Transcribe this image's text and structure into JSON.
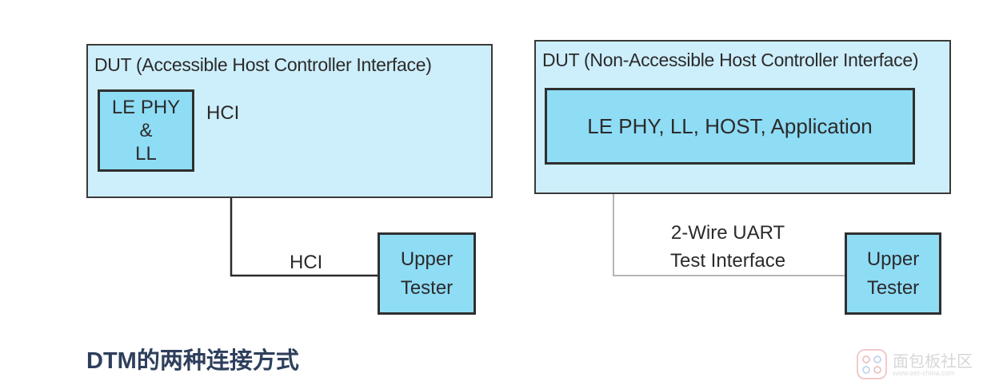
{
  "left_diagram": {
    "outer_title": "DUT (Accessible Host Controller Interface)",
    "inner_lines": [
      "LE PHY",
      "&",
      "LL"
    ],
    "hci_label_top": "HCI",
    "hci_label_bottom": "HCI",
    "tester_lines": [
      "Upper",
      "Tester"
    ]
  },
  "right_diagram": {
    "outer_title": "DUT (Non-Accessible Host Controller Interface)",
    "inner_label": "LE PHY, LL, HOST, Application",
    "interface_lines": [
      "2-Wire UART",
      "Test Interface"
    ],
    "tester_lines": [
      "Upper",
      "Tester"
    ]
  },
  "caption": "DTM的两种连接方式",
  "watermark": {
    "text": "面包板社区",
    "url": "www.eet-china.com"
  },
  "colors": {
    "outer_fill": "#cdeefb",
    "inner_fill": "#8fdcf5",
    "border": "#3a3a3a",
    "left_line": "#2b2b2b",
    "right_line": "#b5b5b5",
    "caption": "#2e3f5c"
  }
}
